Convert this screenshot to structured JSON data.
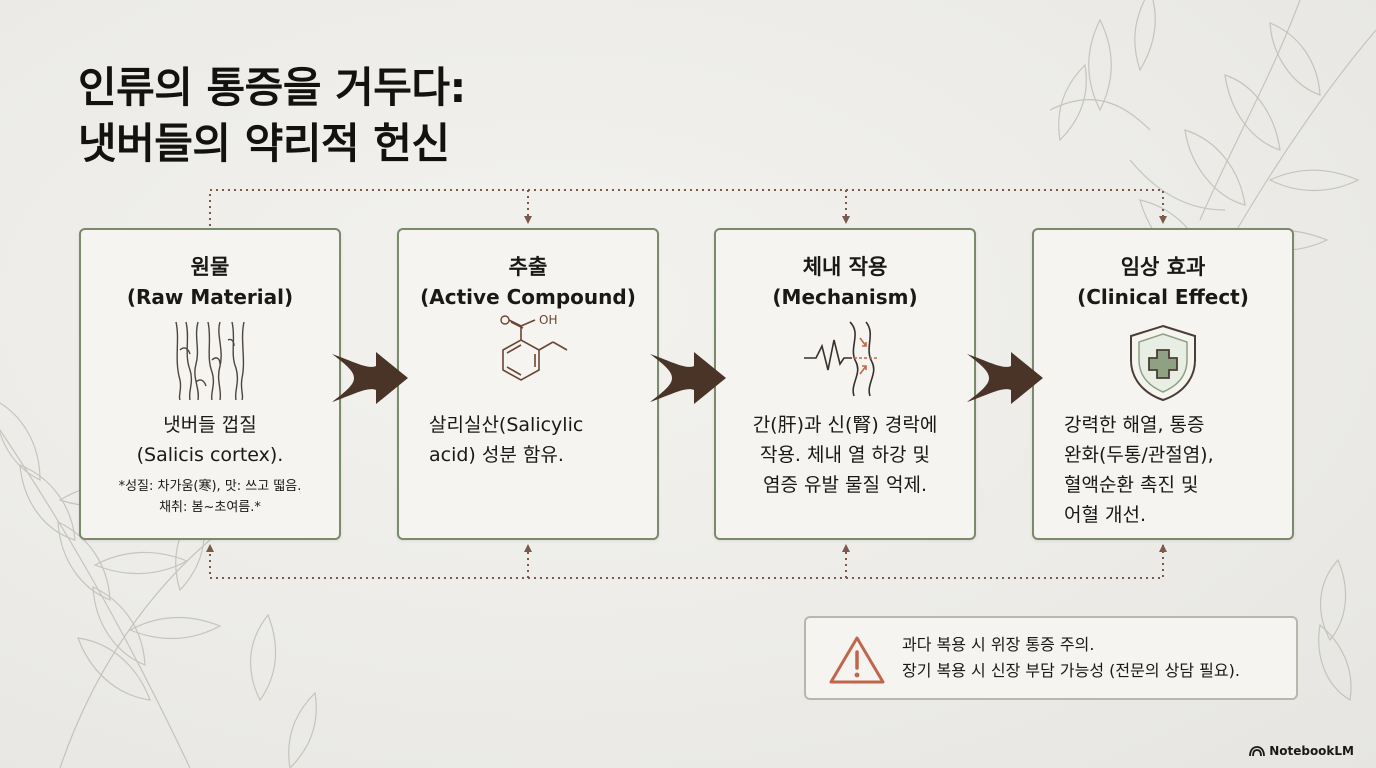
{
  "title": {
    "line1": "인류의 통증을 거두다:",
    "line2": "냇버들의 약리적 헌신"
  },
  "steps": [
    {
      "title_ko": "원물",
      "title_en": "(Raw Material)",
      "icon": "tree-bark-icon",
      "body_lines": [
        "냇버들 껍질",
        "(Salicis cortex)."
      ],
      "note_lines": [
        "*성질: 차가움(寒), 맛: 쓰고 떫음.",
        "채취: 봄~초여름.*"
      ]
    },
    {
      "title_ko": "추출",
      "title_en": "(Active Compound)",
      "icon": "salicylic-acid-molecule-icon",
      "molecule_label": "OH",
      "body_lines": [
        "살리실산(Salicylic",
        "acid) 성분 함유."
      ]
    },
    {
      "title_ko": "체내 작용",
      "title_en": "(Mechanism)",
      "icon": "pulse-vessel-icon",
      "body_lines": [
        "간(肝)과 신(腎) 경락에",
        "작용. 체내 열 하강 및",
        "염증 유발 물질 억제."
      ]
    },
    {
      "title_ko": "임상 효과",
      "title_en": "(Clinical Effect)",
      "icon": "medical-shield-icon",
      "body_lines": [
        "강력한 해열, 통증",
        "완화(두통/관절염),",
        "혈액순환 촉진 및",
        "어혈 개선."
      ]
    }
  ],
  "warning": {
    "icon": "warning-triangle-icon",
    "line1": "과다 복용 시 위장 통증 주의.",
    "line2": "장기 복용 시 신장 부담 가능성 (전문의 상담 필요)."
  },
  "brand": "NotebookLM",
  "colors": {
    "card_border": "#7a8a6c",
    "arrow": "#4a3428",
    "connector": "#7a5a48",
    "warning_icon": "#c0664a"
  }
}
